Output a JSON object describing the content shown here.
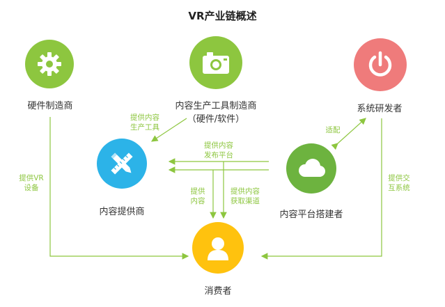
{
  "title": "VR产业链概述",
  "nodes": {
    "hardware": {
      "label": "硬件制造商",
      "color": "#8dc63f",
      "icon": "gear-icon"
    },
    "tools": {
      "label_line1": "内容生产工具制造商",
      "label_line2": "（硬件/软件）",
      "color": "#8dc63f",
      "icon": "camera-icon"
    },
    "system": {
      "label": "系统研发者",
      "color": "#ef7b7b",
      "icon": "power-icon"
    },
    "provider": {
      "label": "内容提供商",
      "color": "#2cb3e8",
      "icon": "pencil-ruler-icon"
    },
    "platform": {
      "label": "内容平台搭建者",
      "color": "#6db33f",
      "icon": "cloud-icon"
    },
    "consumer": {
      "label": "消费者",
      "color": "#ffc20e",
      "icon": "user-icon"
    }
  },
  "edges": {
    "tools_to_provider": {
      "line1": "提供内容",
      "line2": "生产工具"
    },
    "platform_to_provider": {
      "line1": "提供内容",
      "line2": "发布平台"
    },
    "platform_system": {
      "line1": "适配"
    },
    "hardware_to_consumer": {
      "line1": "提供VR",
      "line2": "设备"
    },
    "provider_to_consumer": {
      "line1": "提供",
      "line2": "内容"
    },
    "platform_to_consumer": {
      "line1": "提供内容",
      "line2": "获取渠道"
    },
    "system_to_consumer": {
      "line1": "提供交",
      "line2": "互系统"
    }
  },
  "colors": {
    "arrow": "#8dc63f"
  }
}
